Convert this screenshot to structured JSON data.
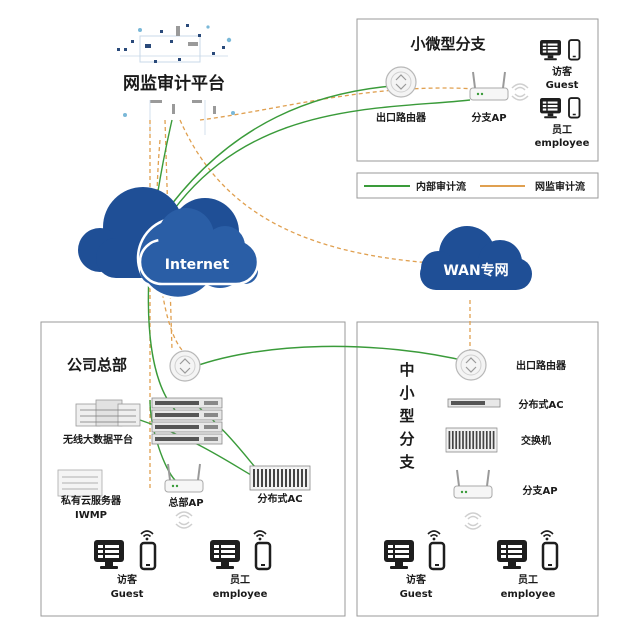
{
  "title": "网监审计平台",
  "colors": {
    "internal_flow": "#3a9b3a",
    "network_flow": "#e0a050",
    "cloud": "#1f4f96",
    "panel_border": "#9a9a9a"
  },
  "legend": {
    "internal_label": "内部审计流",
    "network_label": "网监审计流"
  },
  "clouds": {
    "internet": "Internet",
    "wan": "WAN专网"
  },
  "small_branch": {
    "title": "小微型分支",
    "router_label": "出口路由器",
    "ap_label": "分支AP",
    "guest_cn": "访客",
    "guest_en": "Guest",
    "staff_cn": "员工",
    "staff_en": "employee"
  },
  "hq": {
    "title": "公司总部",
    "bigdata_label": "无线大数据平台",
    "cloud_server_label": "私有云服务器",
    "iwmp_label": "IWMP",
    "ap_label": "总部AP",
    "ac_label": "分布式AC",
    "guest_cn": "访客",
    "guest_en": "Guest",
    "staff_cn": "员工",
    "staff_en": "employee"
  },
  "mid_branch": {
    "title_chars": [
      "中",
      "小",
      "型",
      "分",
      "支"
    ],
    "router_label": "出口路由器",
    "ac_label": "分布式AC",
    "switch_label": "交换机",
    "ap_label": "分支AP",
    "guest_cn": "访客",
    "guest_en": "Guest",
    "staff_cn": "员工",
    "staff_en": "employee"
  }
}
